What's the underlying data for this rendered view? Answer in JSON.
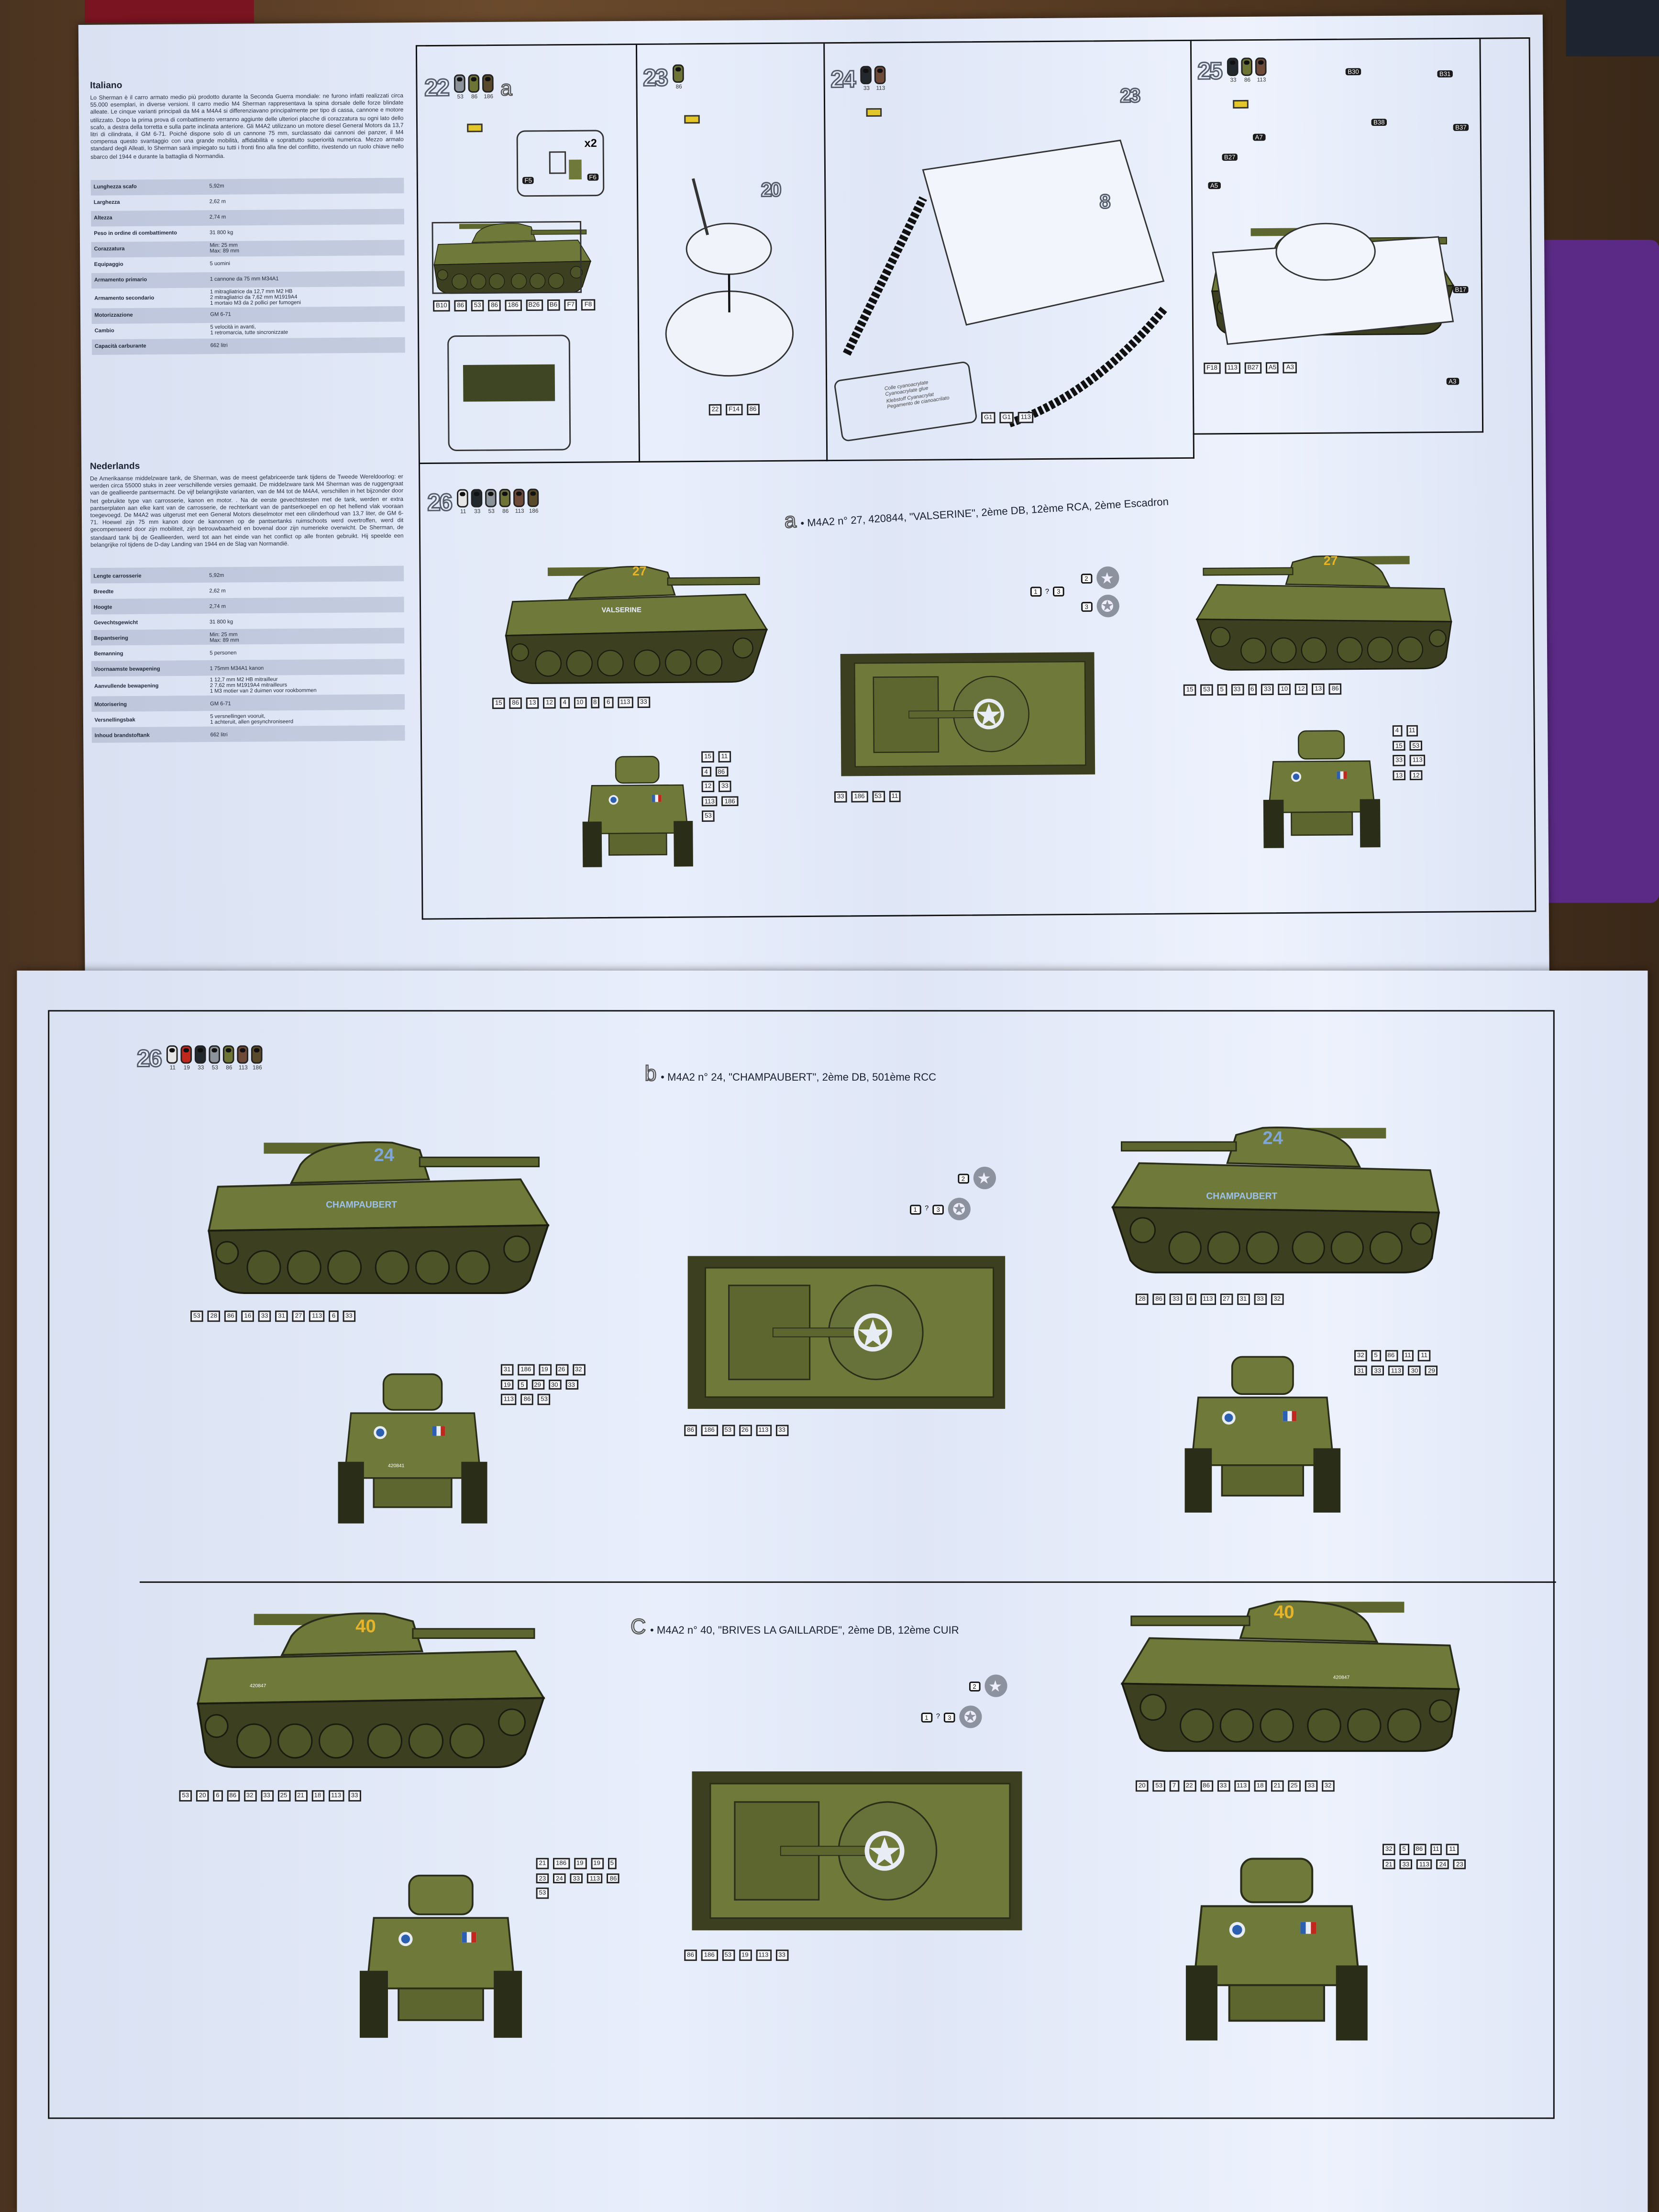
{
  "colors": {
    "olive": "#6f7a3a",
    "paper": "#e3e9f8",
    "frame": "#111111",
    "glue": "#e2c62a"
  },
  "italian": {
    "title": "Italiano",
    "body": "Lo Sherman è il carro armato medio più prodotto durante la Seconda Guerra mondiale: ne furono infatti realizzati circa 55.000 esemplari, in diverse versioni. Il carro medio M4 Sherman rappresentava la spina dorsale delle forze blindate alleate. Le cinque varianti principali da M4 a M4A4 si differenziavano principalmente per tipo di cassa, cannone e motore utilizzato. Dopo la prima prova di combattimento verranno aggiunte delle ulteriori placche di corazzatura su ogni lato dello scafo, a destra della torretta e sulla parte inclinata anteriore. Gli M4A2 utilizzano un motore diesel General Motors da 13,7 litri di cilindrata, il GM 6-71. Poiché dispone solo di un cannone 75 mm, surclassato dai cannoni dei panzer, il M4 compensa questo svantaggio con una grande mobilità, affidabilità e soprattutto superiorità numerica. Mezzo armato standard degli Alleati, lo Sherman sarà impiegato su tutti i fronti fino alla fine del conflitto, rivestendo un ruolo chiave nello sbarco del 1944 e durante la battaglia di Normandia.",
    "specs": [
      {
        "k": "Lunghezza scafo",
        "v": "5,92m"
      },
      {
        "k": "Larghezza",
        "v": "2,62 m"
      },
      {
        "k": "Altezza",
        "v": "2,74 m"
      },
      {
        "k": "Peso in ordine di combattimento",
        "v": "31 800 kg"
      },
      {
        "k": "Corazzatura",
        "v": "Min: 25 mm\nMax: 89 mm"
      },
      {
        "k": "Equipaggio",
        "v": "5 uomini"
      },
      {
        "k": "Armamento primario",
        "v": "1 cannone da 75 mm M34A1"
      },
      {
        "k": "Armamento secondario",
        "v": "1 mitragliatrice da 12,7 mm M2 HB\n2 mitragliatrici da 7,62 mm M1919A4\n1 mortaio M3 da 2 pollici per fumogeni"
      },
      {
        "k": "Motorizzazione",
        "v": "GM 6-71"
      },
      {
        "k": "Cambio",
        "v": "5 velocità in avanti,\n1 retromarcia, tutte sincronizzate"
      },
      {
        "k": "Capacità carburante",
        "v": "662 litri"
      }
    ]
  },
  "dutch": {
    "title": "Nederlands",
    "body": "De Amerikaanse middelzware tank, de Sherman, was de meest gefabriceerde tank tijdens de Tweede Wereldoorlog: er werden circa 55000 stuks in zeer verschillende versies gemaakt. De middelzware tank M4 Sherman was de ruggengraat van de geallieerde pantsermacht. De vijf belangrijkste varianten, van de M4 tot de M4A4, verschillen in het bijzonder door het gebruikte type van carrosserie, kanon en motor. . Na de eerste gevechtstesten met de tank, werden er extra pantserplaten aan elke kant van de carrosserie, de rechterkant van de pantserkoepel en op het hellend vlak vooraan toegevoegd. De M4A2 was uitgerust met een General Motors dieselmotor met een cilinderhoud van 13,7 liter, de GM 6-71. Hoewel zijn 75 mm kanon door de kanonnen op de pantsertanks ruimschoots werd overtroffen, werd dit gecompenseerd door zijn mobiliteit, zijn betrouwbaarheid en bovenal door zijn numerieke overwicht. De Sherman, de standaard tank bij de Geallieerden, werd tot aan het einde van het conflict op alle fronten gebruikt. Hij speelde een belangrijke rol tijdens de D-day Landing van 1944 en de Slag van Normandië.",
    "specs": [
      {
        "k": "Lengte carrosserie",
        "v": "5,92m"
      },
      {
        "k": "Breedte",
        "v": "2,62 m"
      },
      {
        "k": "Hoogte",
        "v": "2,74 m"
      },
      {
        "k": "Gevechtsgewicht",
        "v": "31 800 kg"
      },
      {
        "k": "Bepantsering",
        "v": "Min: 25 mm\nMax: 89 mm"
      },
      {
        "k": "Bemanning",
        "v": "5 personen"
      },
      {
        "k": "Voornaamste bewapening",
        "v": "1 75mm M34A1 kanon"
      },
      {
        "k": "Aanvullende bewapening",
        "v": "1 12,7 mm M2 HB mitrailleur\n2 7,62 mm M1919A4 mitrailleurs\n1 M3 motier van 2 duimen voor rookbommen"
      },
      {
        "k": "Motorisering",
        "v": "GM 6-71"
      },
      {
        "k": "Versnellingsbak",
        "v": "5 versnellingen vooruit,\n1 achteruit, allen gesynchroniseerd"
      },
      {
        "k": "Inhoud brandstoftank",
        "v": "662 litri"
      }
    ]
  },
  "steps": {
    "s22": {
      "num": "22",
      "variant": "a",
      "paints": [
        "53",
        "86",
        "186"
      ],
      "multiplier": "x2",
      "parts": [
        "F5",
        "F6"
      ],
      "part_paint": "86",
      "callouts": [
        "B10",
        "86",
        "53",
        "86",
        "186",
        "B26",
        "B6",
        "F7",
        "F8"
      ]
    },
    "s23": {
      "num": "23",
      "paints": [
        "86"
      ],
      "sub_ref": "20",
      "callouts": [
        "22",
        "F14",
        "86"
      ]
    },
    "s24": {
      "num": "24",
      "paints": [
        "33",
        "113"
      ],
      "sub_refs": [
        "23",
        "8"
      ],
      "callouts": [
        "G1",
        "G1",
        "113"
      ],
      "glue_note": [
        "Colle cyanoacrylate",
        "Cyanoacrylate glue",
        "Klebstoff Cyanacrylat",
        "Pegamento de cianoacrilato"
      ]
    },
    "s25": {
      "num": "25",
      "paints": [
        "33",
        "86",
        "113"
      ],
      "parts": [
        "B30",
        "B31",
        "B38",
        "B37",
        "A7",
        "B27",
        "A5",
        "A3",
        "B17"
      ],
      "part_paint": "86",
      "callouts": [
        "F18",
        "113",
        "B27",
        "A5",
        "A3"
      ]
    }
  },
  "step26": {
    "num": "26",
    "a": {
      "letter": "a",
      "paints": [
        "11",
        "33",
        "53",
        "86",
        "113",
        "186"
      ],
      "caption": "• M4A2 n° 27, 420844, \"VALSERINE\", 2ème DB, 12ème RCA, 2ème Escadron",
      "turret_number": "27",
      "name_marking": "VALSERINE",
      "decal_refs": [
        "1",
        "2",
        "3"
      ],
      "decal_option": "?",
      "side_left": [
        "15",
        "86",
        "13",
        "12",
        "4",
        "10",
        "8",
        "6",
        "113",
        "33"
      ],
      "side_right": [
        "15",
        "53",
        "5",
        "33",
        "6",
        "33",
        "10",
        "12",
        "13",
        "86"
      ],
      "top": [
        "33",
        "186",
        "53",
        "11"
      ],
      "front_left": [
        "15",
        "11",
        "4",
        "86",
        "12",
        "33",
        "113",
        "186",
        "53"
      ],
      "front_right": [
        "4",
        "11",
        "15",
        "53",
        "33",
        "113",
        "13",
        "12"
      ]
    },
    "b": {
      "letter": "b",
      "paints": [
        "11",
        "19",
        "33",
        "53",
        "86",
        "113",
        "186"
      ],
      "caption": "• M4A2 n° 24, \"CHAMPAUBERT\", 2ème DB, 501ème RCC",
      "turret_number": "24",
      "name_marking": "CHAMPAUBERT",
      "decal_refs": [
        "1",
        "2",
        "3"
      ],
      "decal_option": "?",
      "side_left": [
        "53",
        "28",
        "86",
        "16",
        "33",
        "31",
        "27",
        "113",
        "6",
        "33"
      ],
      "side_right": [
        "28",
        "86",
        "33",
        "6",
        "113",
        "27",
        "31",
        "33",
        "32"
      ],
      "top": [
        "86",
        "186",
        "53",
        "26",
        "113",
        "33"
      ],
      "front_left": [
        "31",
        "186",
        "19",
        "26",
        "32",
        "19",
        "5",
        "29",
        "30",
        "33",
        "113",
        "86",
        "53"
      ],
      "front_right": [
        "32",
        "5",
        "86",
        "11",
        "11",
        "31",
        "33",
        "113",
        "30",
        "29"
      ],
      "serial": "420841"
    },
    "c": {
      "letter": "C",
      "caption": "• M4A2 n° 40, \"BRIVES LA GAILLARDE\", 2ème DB, 12ème CUIR",
      "turret_number": "40",
      "serial": "420847",
      "decal_refs": [
        "1",
        "2",
        "3"
      ],
      "decal_option": "?",
      "side_left": [
        "53",
        "20",
        "6",
        "86",
        "32",
        "33",
        "25",
        "21",
        "18",
        "113",
        "33"
      ],
      "side_right": [
        "20",
        "53",
        "7",
        "22",
        "86",
        "33",
        "113",
        "18",
        "21",
        "25",
        "33",
        "32"
      ],
      "top": [
        "86",
        "186",
        "53",
        "19",
        "113",
        "33"
      ],
      "front_left": [
        "21",
        "186",
        "19",
        "19",
        "5",
        "23",
        "24",
        "33",
        "113",
        "86",
        "53"
      ],
      "front_right": [
        "32",
        "5",
        "86",
        "11",
        "11",
        "21",
        "33",
        "113",
        "24",
        "23"
      ]
    }
  },
  "paint_colors": {
    "11": "#e6e6e6",
    "19": "#c0281e",
    "33": "#22282c",
    "53": "#8c929a",
    "86": "#6d7436",
    "113": "#6e4a38",
    "186": "#5a4a2c"
  }
}
